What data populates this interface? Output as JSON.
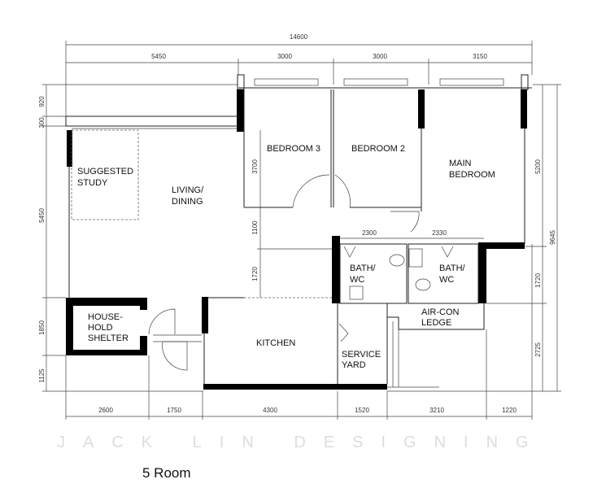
{
  "caption": "5 Room",
  "watermark": "JACK LIN DESIGNING",
  "dimensions": {
    "top_total": "14600",
    "top": [
      "5450",
      "3000",
      "3000",
      "3150"
    ],
    "left": [
      "920",
      "300",
      "5450",
      "1850",
      "1125"
    ],
    "mid": [
      "3700",
      "1100",
      "1720"
    ],
    "bath": [
      "2300",
      "2330"
    ],
    "right": [
      "5200",
      "9645",
      "1720",
      "2725"
    ],
    "bottom": [
      "2600",
      "1750",
      "4300",
      "1520",
      "3210",
      "1220"
    ]
  },
  "rooms": {
    "bedroom3": "BEDROOM 3",
    "bedroom2": "BEDROOM 2",
    "main_bedroom": [
      "MAIN",
      "BEDROOM"
    ],
    "study": [
      "SUGGESTED",
      "STUDY"
    ],
    "living": [
      "LIVING/",
      "DINING"
    ],
    "bath1": [
      "BATH/",
      "WC"
    ],
    "bath2": [
      "BATH/",
      "WC"
    ],
    "shelter": [
      "HOUSE-",
      "HOLD",
      "SHELTER"
    ],
    "kitchen": "KITCHEN",
    "service_yard": [
      "SERVICE",
      "YARD"
    ],
    "aircon": [
      "AIR-CON",
      "LEDGE"
    ]
  }
}
